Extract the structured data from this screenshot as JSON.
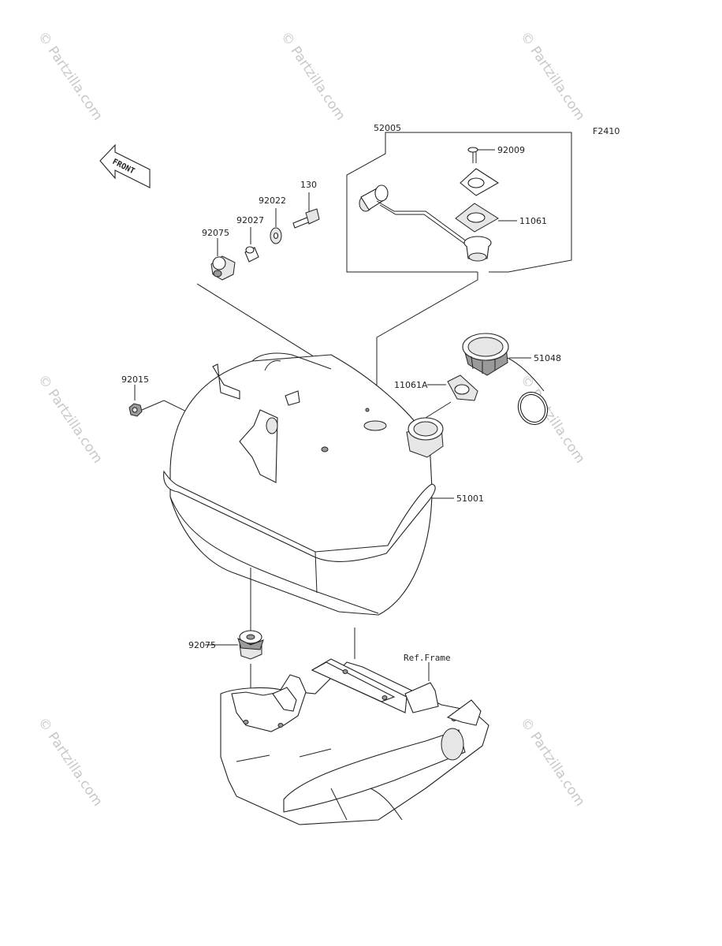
{
  "figure_code": "F2410",
  "front_arrow_label": "FRONT",
  "ref_label": "Ref.Frame",
  "watermark_text": "© Partzilla.com",
  "parts": {
    "sender_assy": "52005",
    "screw": "92009",
    "gasket_sender": "11061",
    "bolt": "130",
    "washer": "92022",
    "collar": "92027",
    "damper_upper": "92075",
    "nut": "92015",
    "cap_assy": "51048",
    "gasket_cap": "11061A",
    "tank": "51001",
    "damper_lower": "92075"
  }
}
